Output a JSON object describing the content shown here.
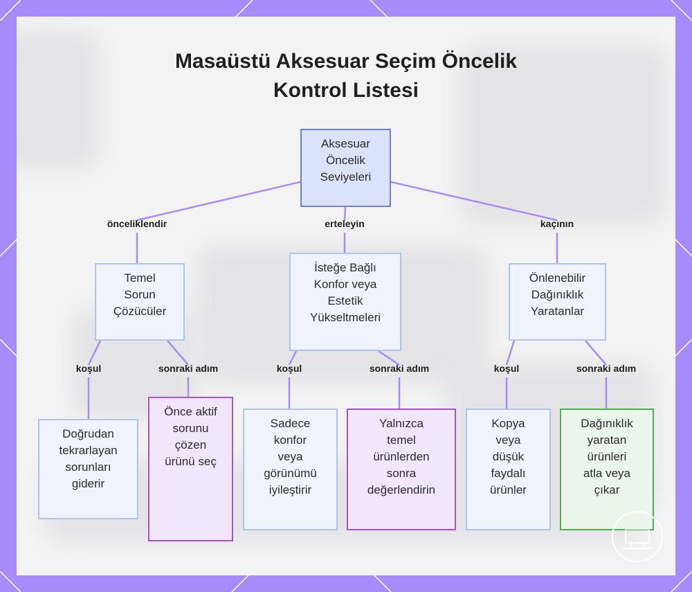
{
  "title_lines": [
    "Masaüstü Aksesuar Seçim Öncelik",
    "Kontrol Listesi"
  ],
  "colors": {
    "frame": "#a78bfa",
    "line": "#a78bfa",
    "blue_fill": "#dbe3fb",
    "blue_border": "#6b7fd7",
    "light_fill": "#eef3fc",
    "light_border": "#aec4ea",
    "purple_fill": "#f1e6fb",
    "purple_border": "#a455c8",
    "green_fill": "#ebf6ea",
    "green_border": "#4caf50"
  },
  "nodes": {
    "root": {
      "text": "Aksesuar\nÖncelik\nSeviyeleri",
      "style": "blue"
    },
    "basic": {
      "text": "Temel\nSorun\nÇözücüler",
      "style": "light"
    },
    "optional": {
      "text": "İsteğe Bağlı\nKonfor veya\nEstetik\nYükseltmeleri",
      "style": "light"
    },
    "clutter": {
      "text": "Önlenebilir\nDağınıklık\nYaratanlar",
      "style": "light"
    },
    "basic_condition": {
      "text": "Doğrudan\ntekrarlayan\nsorunları\ngiderir",
      "style": "light"
    },
    "basic_next": {
      "text": "Önce aktif\nsorunu\nçözen\nürünü seç",
      "style": "purple"
    },
    "optional_condition": {
      "text": "Sadece\nkonfor\nveya\ngörünümü\niyileştirir",
      "style": "light"
    },
    "optional_next": {
      "text": "Yalnızca\ntemel\nürünlerden\nsonra\ndeğerlendirin",
      "style": "purple"
    },
    "clutter_condition": {
      "text": "Kopya\nveya\ndüşük\nfaydalı\nürünler",
      "style": "light"
    },
    "clutter_next": {
      "text": "Dağınıklık\nyaratan\nürünleri\natla veya\nçıkar",
      "style": "green"
    }
  },
  "edges": [
    {
      "from": "root",
      "to": "basic",
      "label": "önceliklendir"
    },
    {
      "from": "root",
      "to": "optional",
      "label": "erteleyin"
    },
    {
      "from": "root",
      "to": "clutter",
      "label": "kaçının"
    },
    {
      "from": "basic",
      "to": "basic_condition",
      "label": "koşul"
    },
    {
      "from": "basic",
      "to": "basic_next",
      "label": "sonraki adım"
    },
    {
      "from": "optional",
      "to": "optional_condition",
      "label": "koşul"
    },
    {
      "from": "optional",
      "to": "optional_next",
      "label": "sonraki adım"
    },
    {
      "from": "clutter",
      "to": "clutter_condition",
      "label": "koşul"
    },
    {
      "from": "clutter",
      "to": "clutter_next",
      "label": "sonraki adım"
    }
  ]
}
